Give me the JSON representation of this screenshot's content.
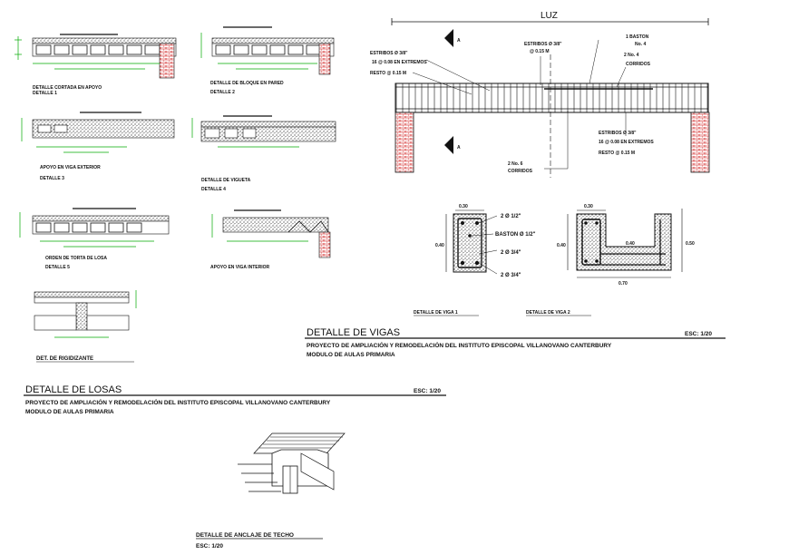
{
  "drawing": {
    "luz_label": "LUZ",
    "beam_elevation": {
      "estribos_left": "ESTRIBOS Ø 3/8\"",
      "estribos_left_2": "16 @ 0.08 EN EXTREMOS",
      "resto_left": "RESTO @ 0.15 M",
      "estribos_center": "ESTRIBOS Ø 3/8\"",
      "estribos_center_2": "@ 0.15 M",
      "baston": "1 BASTON",
      "baston_2": "No. 4",
      "corridos_top": "2 No. 4",
      "corridos_top_2": "CORRIDOS",
      "estribos_right": "ESTRIBOS Ø 3/8\"",
      "estribos_right_2": "16 @ 0.08 EN EXTREMOS",
      "resto_right": "RESTO @ 0.15 M",
      "corridos_bottom": "2 No. 6",
      "corridos_bottom_2": "CORRIDOS",
      "section_mark": "A"
    },
    "viga1": {
      "dim_w": "0.30",
      "dim_h": "0.40",
      "bar_top": "2 Ø 1/2\"",
      "baston": "BASTON Ø 1/2\"",
      "bar_mid": "2 Ø 3/4\"",
      "bar_bot": "2 Ø 3/4\"",
      "caption": "DETALLE DE VIGA 1"
    },
    "viga2": {
      "dim_w": "0.30",
      "dim_h": "0.40",
      "dim_inner": "0.40",
      "dim_total_h": "0.50",
      "dim_total_w": "0.70",
      "caption": "DETALLE DE VIGA 2"
    },
    "slab_details": [
      {
        "caption": "DETALLE CORTADA EN APOYO",
        "sub": "DETALLE 1"
      },
      {
        "caption": "DETALLE DE BLOQUE EN PARED",
        "sub": "DETALLE 2"
      },
      {
        "caption": "APOYO EN VIGA EXTERIOR",
        "sub": "DETALLE 3"
      },
      {
        "caption": "DETALLE DE VIGUETA",
        "sub": "DETALLE 4"
      },
      {
        "caption": "ORDEN DE TORTA DE LOSA",
        "sub": "DETALLE 5"
      },
      {
        "caption": "APOYO EN VIGA INTERIOR",
        "sub": ""
      }
    ],
    "rigidizante_caption": "DET. DE RIGIDIZANTE",
    "vigas_block": {
      "title": "DETALLE DE VIGAS",
      "scale": "ESC: 1/20",
      "project": "PROYECTO DE AMPLIACIÓN Y REMODELACIÓN DEL INSTITUTO EPISCOPAL VILLANOVANO CANTERBURY",
      "module": "MODULO DE AULAS PRIMARIA"
    },
    "losas_block": {
      "title": "DETALLE DE LOSAS",
      "scale": "ESC: 1/20",
      "project": "PROYECTO DE AMPLIACIÓN Y REMODELACIÓN DEL INSTITUTO EPISCOPAL VILLANOVANO CANTERBURY",
      "module": "MODULO DE AULAS PRIMARIA"
    },
    "anclaje": {
      "caption": "DETALLE DE ANCLAJE DE TECHO",
      "scale": "ESC: 1/20"
    }
  }
}
